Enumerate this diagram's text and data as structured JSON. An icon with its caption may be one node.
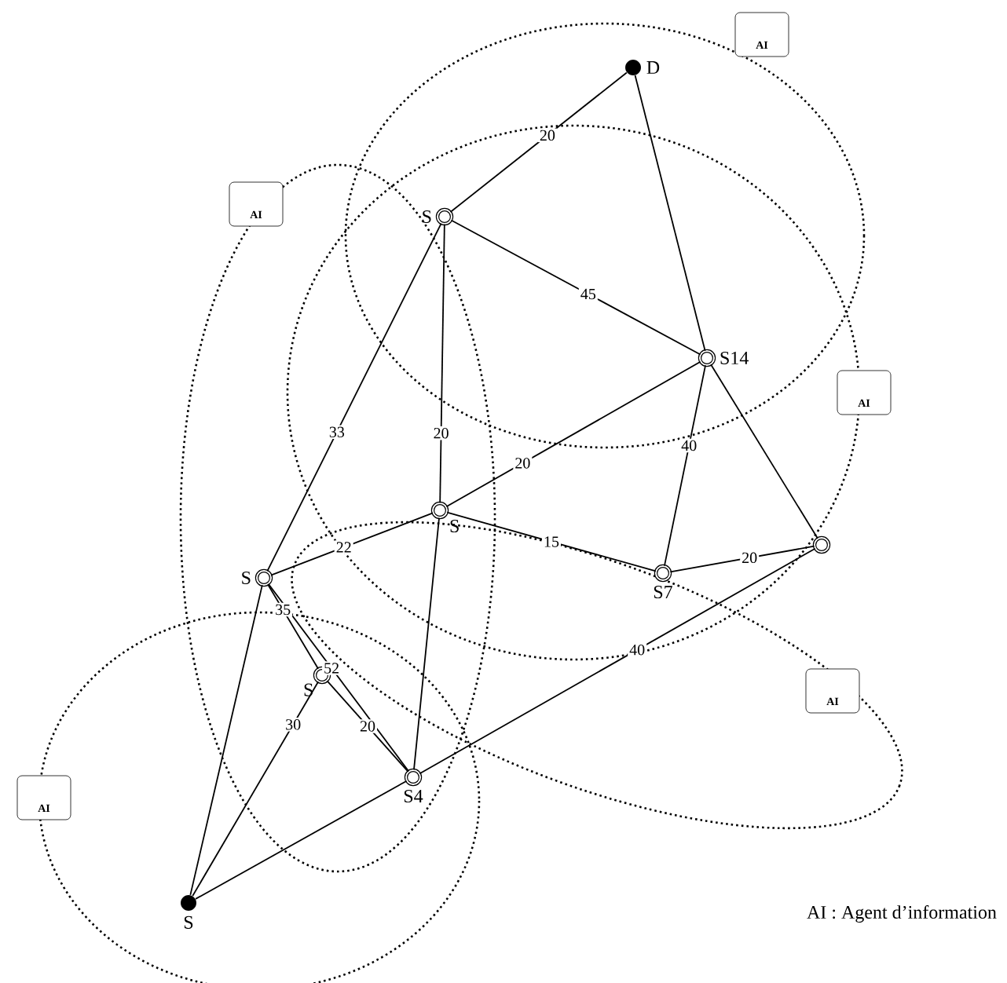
{
  "diagram": {
    "nodes": [
      {
        "text": [],
        "shape": "dot",
        "beside": [
          "D"
        ]
      },
      {
        "text": [],
        "shape": "circle",
        "beside": [
          "S"
        ]
      },
      {
        "text": [],
        "shape": "circle",
        "beside": [
          "S14"
        ]
      },
      {
        "text": [],
        "shape": "circle",
        "beside": [
          "S"
        ]
      },
      {
        "text": [],
        "shape": "circle",
        "beside": [
          "S"
        ]
      },
      {
        "text": [],
        "shape": "circle",
        "beside": [
          "S7"
        ]
      },
      {
        "text": [],
        "shape": "circle"
      },
      {
        "text": [],
        "shape": "circle",
        "beside": [
          "S"
        ]
      },
      {
        "text": [],
        "shape": "circle",
        "beside": [
          "S4"
        ]
      },
      {
        "text": [],
        "shape": "dot",
        "beside": [
          "S"
        ]
      },
      {
        "text": [
          "AI"
        ]
      },
      {
        "text": [
          "AI"
        ]
      },
      {
        "text": [
          "AI"
        ]
      },
      {
        "text": [
          "AI"
        ]
      },
      {
        "text": [
          "AI"
        ]
      }
    ],
    "edges": [
      {
        "from": 0,
        "to": 1,
        "arrow": "none",
        "label": "20"
      },
      {
        "from": 0,
        "to": 2,
        "arrow": "none"
      },
      {
        "from": 1,
        "to": 2,
        "arrow": "none",
        "label": "45"
      },
      {
        "from": 1,
        "to": 4,
        "arrow": "none",
        "label": "33"
      },
      {
        "from": 1,
        "to": 3,
        "arrow": "none",
        "label": "20"
      },
      {
        "from": 3,
        "to": 2,
        "arrow": "none",
        "label": "20"
      },
      {
        "from": 2,
        "to": 5,
        "arrow": "none",
        "label": "40"
      },
      {
        "from": 2,
        "to": 6,
        "arrow": "none"
      },
      {
        "from": 4,
        "to": 3,
        "arrow": "none",
        "label": "22"
      },
      {
        "from": 3,
        "to": 8,
        "arrow": "none"
      },
      {
        "from": 3,
        "to": 5,
        "arrow": "none",
        "label": "15"
      },
      {
        "from": 5,
        "to": 6,
        "arrow": "none",
        "label": "20"
      },
      {
        "from": 6,
        "to": 8,
        "arrow": "none",
        "label": "40"
      },
      {
        "from": 4,
        "to": 9,
        "arrow": "none"
      },
      {
        "from": 4,
        "to": 7,
        "arrow": "none",
        "label": "35"
      },
      {
        "from": 7,
        "to": 9,
        "arrow": "none",
        "label": "30"
      },
      {
        "from": 4,
        "to": 8,
        "arrow": "none",
        "label": "52"
      },
      {
        "from": 7,
        "to": 8,
        "arrow": "none",
        "label": "20"
      },
      {
        "from": 8,
        "to": 9,
        "arrow": "none"
      }
    ],
    "labels": [
      "AI : Agent d’information"
    ]
  }
}
